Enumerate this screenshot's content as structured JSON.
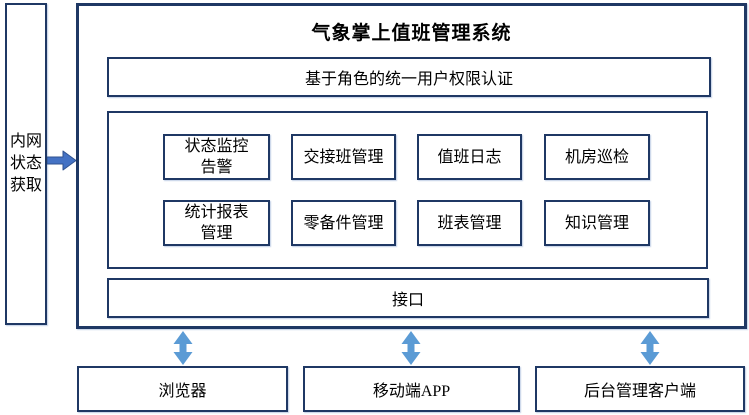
{
  "title": "气象掌上值班管理系统",
  "intranet_box": {
    "lines": [
      "内网",
      "状态",
      "获取"
    ]
  },
  "auth_bar": {
    "label": "基于角色的统一用户权限认证"
  },
  "modules": {
    "row1": [
      {
        "lines": [
          "状态监控",
          "告警"
        ]
      },
      {
        "lines": [
          "交接班管理"
        ]
      },
      {
        "lines": [
          "值班日志"
        ]
      },
      {
        "lines": [
          "机房巡检"
        ]
      }
    ],
    "row2": [
      {
        "lines": [
          "统计报表",
          "管理"
        ]
      },
      {
        "lines": [
          "零备件管理"
        ]
      },
      {
        "lines": [
          "班表管理"
        ]
      },
      {
        "lines": [
          "知识管理"
        ]
      }
    ]
  },
  "interface_bar": {
    "label": "接口"
  },
  "clients": [
    {
      "label": "浏览器"
    },
    {
      "label": "移动端APP"
    },
    {
      "label": "后台管理客户端"
    }
  ],
  "colors": {
    "border_navy": "#1f3864",
    "arrow_blue": "#4472c4",
    "arrow_blue_outline": "#2f528f",
    "connector_light_blue": "#5b9bd5",
    "background": "#ffffff",
    "text": "#000000"
  }
}
